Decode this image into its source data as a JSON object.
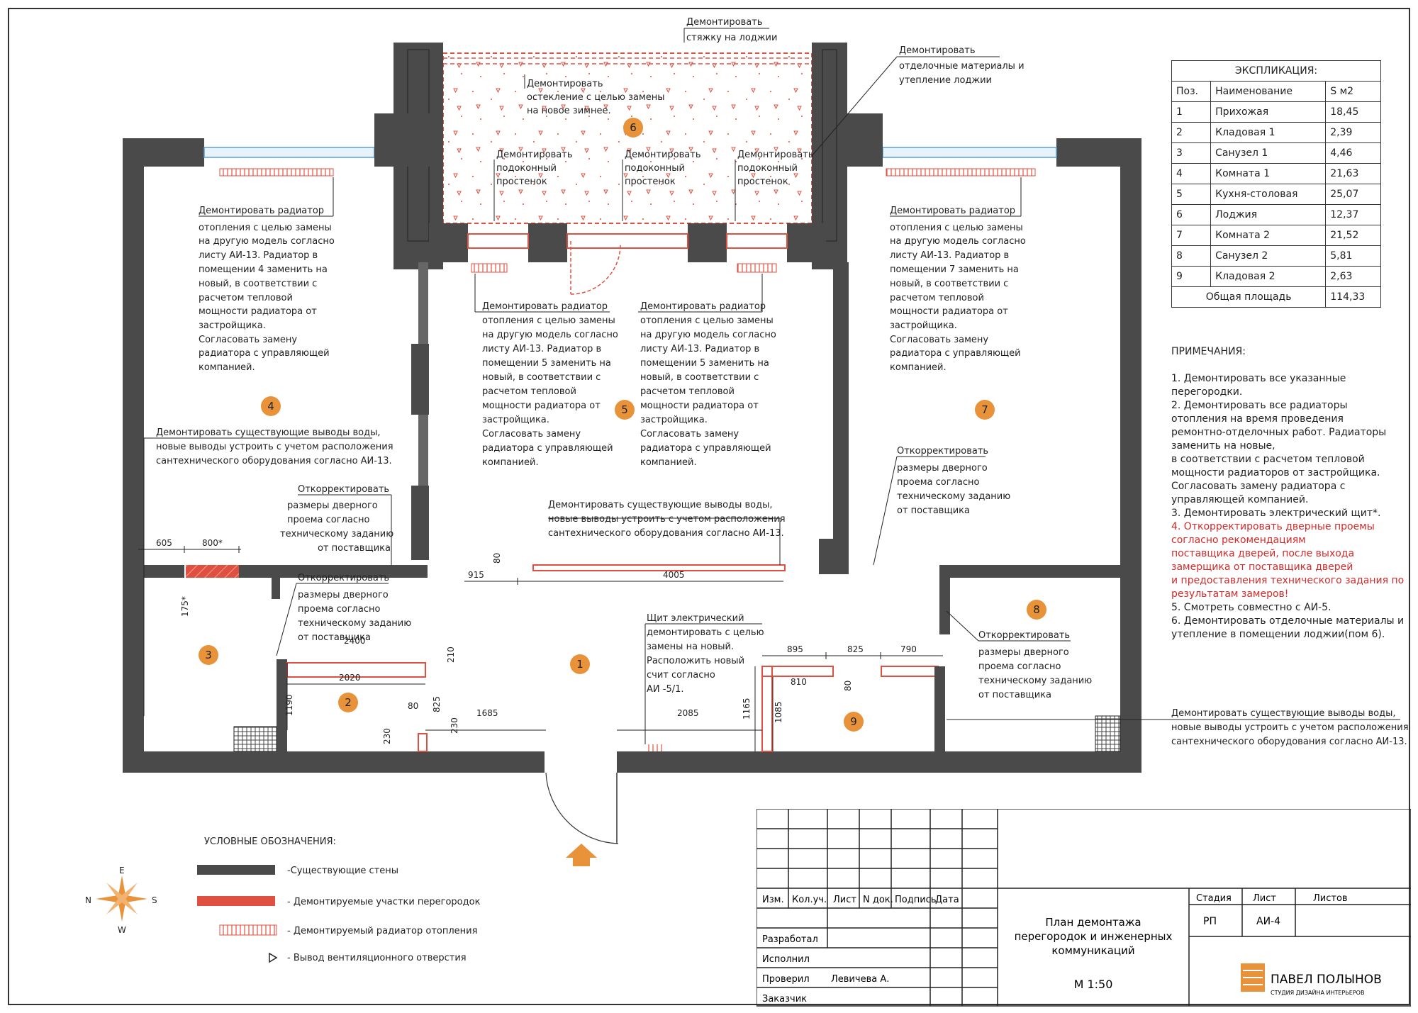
{
  "explication": {
    "title": "ЭКСПЛИКАЦИЯ:",
    "headers": [
      "Поз.",
      "Наименование",
      "S м2"
    ],
    "rows": [
      [
        "1",
        "Прихожая",
        "18,45"
      ],
      [
        "2",
        "Кладовая 1",
        "2,39"
      ],
      [
        "3",
        "Санузел 1",
        "4,46"
      ],
      [
        "4",
        "Комната 1",
        "21,63"
      ],
      [
        "5",
        "Кухня-столовая",
        "25,07"
      ],
      [
        "6",
        "Лоджия",
        "12,37"
      ],
      [
        "7",
        "Комната 2",
        "21,52"
      ],
      [
        "8",
        "Санузел 2",
        "5,81"
      ],
      [
        "9",
        "Кладовая 2",
        "2,63"
      ]
    ],
    "total_label": "Общая площадь",
    "total_value": "114,33"
  },
  "notes": {
    "title": "ПРИМЕЧАНИЯ:",
    "items": [
      {
        "text": "1. Демонтировать все указанные перегородки.",
        "color": "#222222"
      },
      {
        "text": "2. Демонтировать все радиаторы отопления на время проведения",
        "color": "#222222"
      },
      {
        "text": "ремонтно-отделочных работ. Радиаторы заменить на новые,",
        "color": "#222222"
      },
      {
        "text": "в соответствии с расчетом тепловой мощности радиаторов от застройщика.",
        "color": "#222222"
      },
      {
        "text": "Согласовать замену радиатора с управляющей компанией.",
        "color": "#222222"
      },
      {
        "text": "3. Демонтировать электрический щит*.",
        "color": "#222222"
      },
      {
        "text": "4. Откорректировать дверные проемы согласно рекомендациям",
        "color": "#d42a2a"
      },
      {
        "text": "поставщика дверей, после выхода замерщика от поставщика дверей",
        "color": "#d42a2a"
      },
      {
        "text": "и предоставления технического задания по результатам замеров!",
        "color": "#d42a2a"
      },
      {
        "text": "5. Смотреть совместно с АИ-5.",
        "color": "#222222"
      },
      {
        "text": "6. Демонтировать отделочные материалы и утепление в помещении лоджии(пом 6).",
        "color": "#222222"
      }
    ]
  },
  "legend": {
    "title": "УСЛОВНЫЕ ОБОЗНАЧЕНИЯ:",
    "items": [
      "-Существующие стены",
      "- Демонтируемые участки перегородок",
      "- Демонтируемый радиатор отопления",
      "- Вывод вентиляционного отверстия"
    ]
  },
  "compass": {
    "n": "N",
    "e": "E",
    "s": "S",
    "w": "W"
  },
  "rooms": [
    "1",
    "2",
    "3",
    "4",
    "5",
    "6",
    "7",
    "8",
    "9"
  ],
  "annotations": {
    "screed": [
      "Демонтировать",
      "стяжку на лоджии"
    ],
    "finish": [
      "Демонтировать",
      "отделочные материалы и",
      "утепление лоджии"
    ],
    "glazing": [
      "Демонтировать",
      "остекление с целью замены",
      "на новое зимнее."
    ],
    "sill": [
      "Демонтировать",
      "подоконный",
      "простенок"
    ],
    "radiator4": [
      "Демонтировать радиатор",
      "отопления с целью замены",
      "на другую модель согласно",
      "листу АИ-13. Радиатор в",
      "помещении 4 заменить на",
      "новый, в соответствии с",
      "расчетом тепловой",
      "мощности радиатора от",
      "застройщика.",
      "Согласовать замену",
      "радиатора с управляющей",
      "компанией."
    ],
    "radiator5": [
      "Демонтировать радиатор",
      "отопления с целью замены",
      "на другую модель согласно",
      "листу АИ-13. Радиатор в",
      "помещении 5 заменить на",
      "новый, в соответствии с",
      "расчетом тепловой",
      "мощности радиатора от",
      "застройщика.",
      "Согласовать замену",
      "радиатора с управляющей",
      "компанией."
    ],
    "radiator7": [
      "Демонтировать радиатор",
      "отопления с целью замены",
      "на другую модель согласно",
      "листу АИ-13. Радиатор в",
      "помещении 7 заменить на",
      "новый, в соответствии с",
      "расчетом тепловой",
      "мощности радиатора от",
      "застройщика.",
      "Согласовать замену",
      "радиатора с управляющей",
      "компанией."
    ],
    "water": [
      "Демонтировать существующие выводы воды,",
      "новые выводы устроить с учетом расположения",
      "сантехнического оборудования согласно АИ-13."
    ],
    "door": [
      "Откорректировать",
      "размеры дверного",
      "проема согласно",
      "техническому заданию",
      "от поставщика"
    ],
    "panel": [
      "Щит электрический",
      "демонтировать с целью",
      "замены на новый.",
      "Расположить новый",
      "счит согласно",
      "АИ -5/1."
    ]
  },
  "dimensions": {
    "d605": "605",
    "d800": "800*",
    "d175": "175*",
    "d80a": "80",
    "d915": "915",
    "d4005": "4005",
    "d2400": "2400",
    "d210": "210",
    "d2020": "2020",
    "d1190": "1190",
    "d80b": "80",
    "d825a": "825",
    "d230a": "230",
    "d230b": "230",
    "d1685": "1685",
    "d895": "895",
    "d825b": "825",
    "d790": "790",
    "d810": "810",
    "d80c": "80",
    "d1165": "1165",
    "d1085": "1085",
    "d2085": "2085"
  },
  "title_block": {
    "cols": [
      "Изм.",
      "Кол.уч.",
      "Лист",
      "N док.",
      "Подпись",
      "Дата"
    ],
    "roles": [
      "Разработал",
      "Исполнил",
      "Проверил",
      "Заказчик"
    ],
    "checker_name": "Левичева А.",
    "sheet_title": [
      "План демонтажа",
      "перегородок и инженерных",
      "коммуникаций"
    ],
    "scale": "М 1:50",
    "stage_label": "Стадия",
    "sheet_label": "Лист",
    "sheets_label": "Листов",
    "stage_value": "РП",
    "sheet_value": "АИ-4",
    "studio_name": "ПАВЕЛ ПОЛЫНОВ",
    "studio_sub": "СТУДИЯ ДИЗАЙНА ИНТЕРЬЕРОВ"
  },
  "colors": {
    "wall": "#4a4a4a",
    "demolish": "#e05040",
    "room_marker": "#e8923a",
    "window": "#5aa0d8"
  }
}
